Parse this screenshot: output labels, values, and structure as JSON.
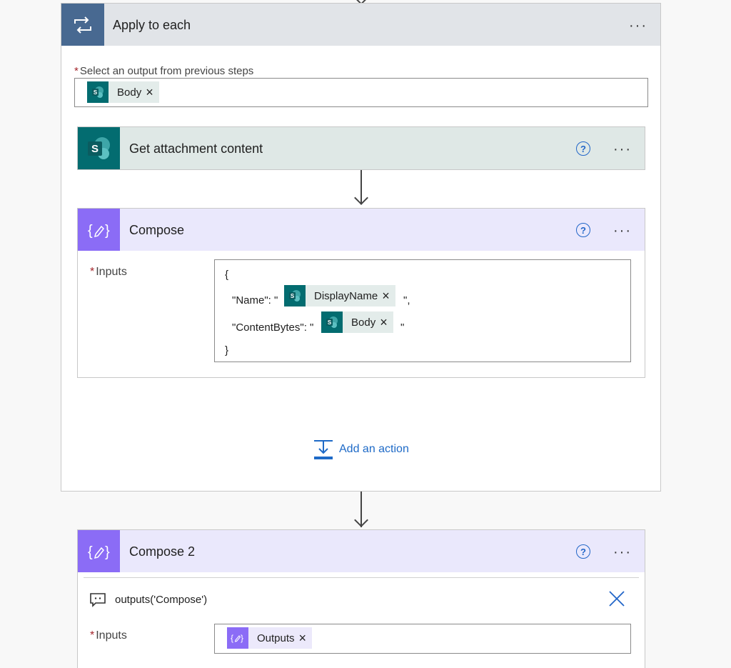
{
  "apply_to_each": {
    "title": "Apply to each",
    "more_label": "···",
    "select_output_label": "Select an output from previous steps",
    "required_mark": "*",
    "token": {
      "label": "Body",
      "remove": "×"
    }
  },
  "get_attachment": {
    "title": "Get attachment content",
    "help_label": "?",
    "more_label": "···"
  },
  "compose": {
    "title": "Compose",
    "help_label": "?",
    "more_label": "···",
    "inputs_label": "Inputs",
    "required_mark": "*",
    "code_open": "{",
    "name_key": "\"Name\": \"",
    "name_token": "DisplayName",
    "name_suffix": "\",",
    "content_key": "\"ContentBytes\": \"",
    "content_token": "Body",
    "content_suffix": "\"",
    "code_close": "}",
    "remove": "×"
  },
  "add_action": {
    "label": "Add an action"
  },
  "compose2": {
    "title": "Compose 2",
    "help_label": "?",
    "more_label": "···",
    "comment": "outputs('Compose')",
    "inputs_label": "Inputs",
    "required_mark": "*",
    "token": {
      "label": "Outputs",
      "remove": "×"
    }
  },
  "colors": {
    "loop_accent": "#486991",
    "sharepoint_accent": "#036c70",
    "compose_accent": "#8b6cf6",
    "link": "#1e6ac7",
    "required": "#a4262c"
  }
}
